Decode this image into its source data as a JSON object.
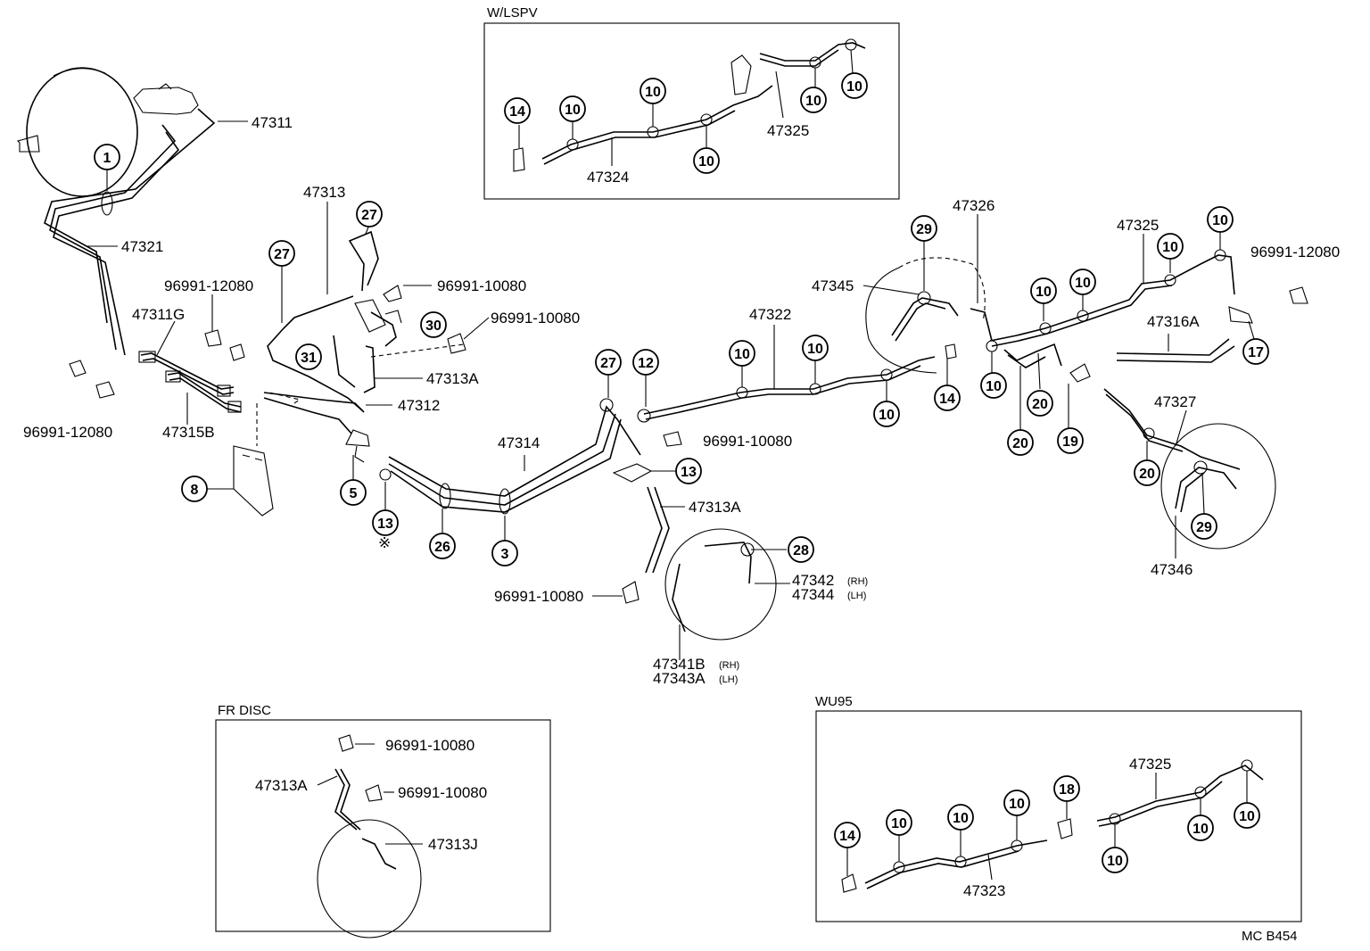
{
  "boxes": {
    "lspv": {
      "title": "W/LSPV"
    },
    "frdisc": {
      "title": "FR DISC"
    },
    "wu95": {
      "title": "WU95"
    }
  },
  "callouts": {
    "c1": "1",
    "c3": "3",
    "c5": "5",
    "c8": "8",
    "c12": "12",
    "c13a": "13",
    "c13b": "13",
    "c14a": "14",
    "c14b": "14",
    "c14c": "14",
    "c17": "17",
    "c18": "18",
    "c19": "19",
    "c20a": "20",
    "c20b": "20",
    "c20c": "20",
    "c26": "26",
    "c27a": "27",
    "c27b": "27",
    "c27c": "27",
    "c28": "28",
    "c29a": "29",
    "c29b": "29",
    "c30": "30",
    "c31": "31",
    "c10_1": "10",
    "c10_2": "10",
    "c10_3": "10",
    "c10_4": "10",
    "c10_5": "10",
    "c10_6": "10",
    "c10_7": "10",
    "c10_8": "10",
    "c10_9": "10",
    "c10_10": "10",
    "c10_11": "10",
    "c10_12": "10",
    "c10_13": "10",
    "c10_14": "10",
    "c10_15": "10",
    "c10_16": "10",
    "c10_17": "10",
    "c10_18": "10",
    "c10_19": "10"
  },
  "labels": {
    "p47311": "47311",
    "p47321": "47321",
    "p96991_12080_a": "96991-12080",
    "p47311G": "47311G",
    "p96991_12080_b": "96991-12080",
    "p47315B": "47315B",
    "p47313": "47313",
    "p96991_10080_a": "96991-10080",
    "p96991_10080_b": "96991-10080",
    "p47313A_a": "47313A",
    "p47312": "47312",
    "p47314": "47314",
    "p96991_10080_c": "96991-10080",
    "p47313A_b": "47313A",
    "p47342": "47342",
    "p47342_rh": "(RH)",
    "p47344": "47344",
    "p47344_lh": "(LH)",
    "p96991_10080_d": "96991-10080",
    "p47341B": "47341B",
    "p47341B_rh": "(RH)",
    "p47343A": "47343A",
    "p47343A_lh": "(LH)",
    "p47322": "47322",
    "p47345": "47345",
    "p47326": "47326",
    "p47325_main": "47325",
    "p96991_12080_c": "96991-12080",
    "p47316A": "47316A",
    "p47327": "47327",
    "p47346": "47346",
    "p47325_lspv": "47325",
    "p47324": "47324",
    "fr_96991_10080_a": "96991-10080",
    "fr_47313A": "47313A",
    "fr_96991_10080_b": "96991-10080",
    "fr_47313J": "47313J",
    "wu_47325": "47325",
    "wu_47323": "47323",
    "asterisk": "※",
    "code": "MC B454"
  }
}
